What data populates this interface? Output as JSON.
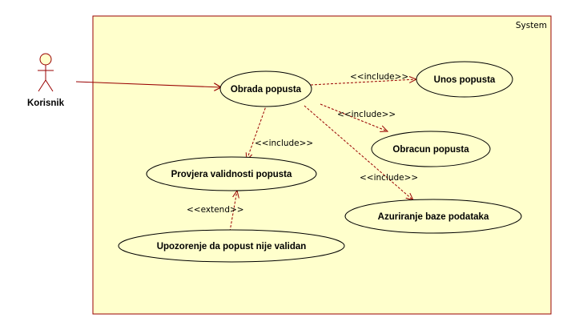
{
  "system": {
    "label": "System",
    "fill": "#ffffcc",
    "stroke": "#990000"
  },
  "actor": {
    "label": "Korisnik",
    "head_fill": "#ffffcc",
    "line_color": "#990000"
  },
  "use_cases": {
    "obrada": "Obrada popusta",
    "unos": "Unos popusta",
    "obracun": "Obracun popusta",
    "provjera": "Provjera validnosti popusta",
    "azuriranje": "Azuriranje baze podataka",
    "upozorenje": "Upozorenje da popust nije validan"
  },
  "relations": {
    "include_unos": "<<include>>",
    "include_obracun": "<<include>>",
    "include_provjera": "<<include>>",
    "include_azuriranje": "<<include>>",
    "extend_upozorenje": "<<extend>>"
  }
}
